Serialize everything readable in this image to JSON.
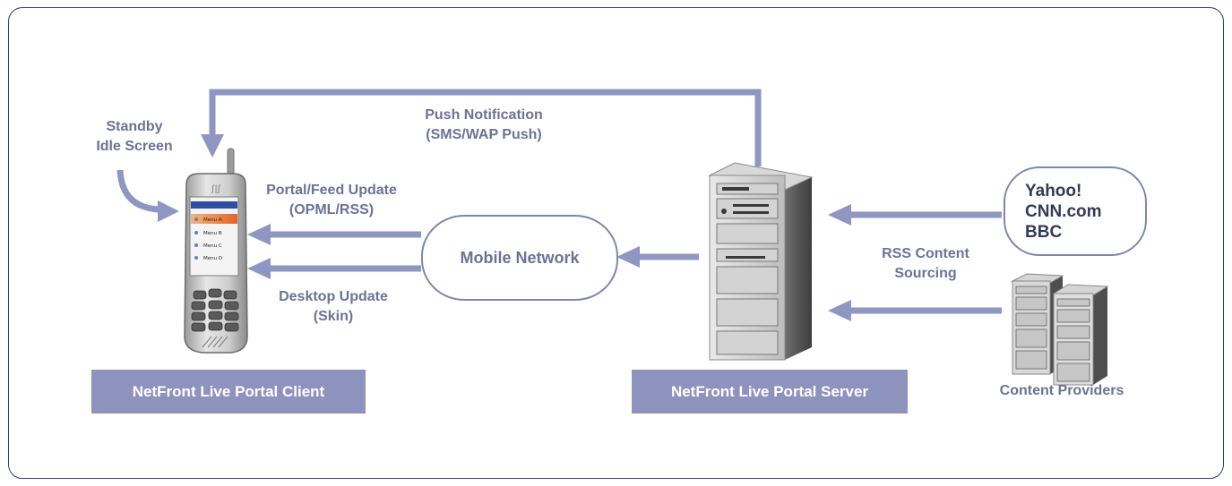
{
  "labels": {
    "standby": [
      "Standby",
      "Idle Screen"
    ],
    "push": [
      "Push Notification",
      "(SMS/WAP Push)"
    ],
    "portal_feed": [
      "Portal/Feed Update",
      "(OPML/RSS)"
    ],
    "desktop": [
      "Desktop Update",
      "(Skin)"
    ],
    "rss": [
      "RSS Content",
      "Sourcing"
    ],
    "mobile_network": "Mobile Network",
    "content_providers": "Content Providers"
  },
  "boxes": {
    "client": "NetFront Live Portal Client",
    "server": "NetFront Live Portal Server"
  },
  "sources": [
    "Yahoo!",
    "CNN.com",
    "BBC"
  ],
  "phone_menu": [
    "Menu A",
    "Menu B",
    "Menu C",
    "Menu D"
  ],
  "colors": {
    "arrow": "#8f96c2",
    "box": "#8e93bd",
    "label": "#6b7396",
    "frame": "#2b3f73",
    "menu_highlight": "#e87a3c"
  }
}
